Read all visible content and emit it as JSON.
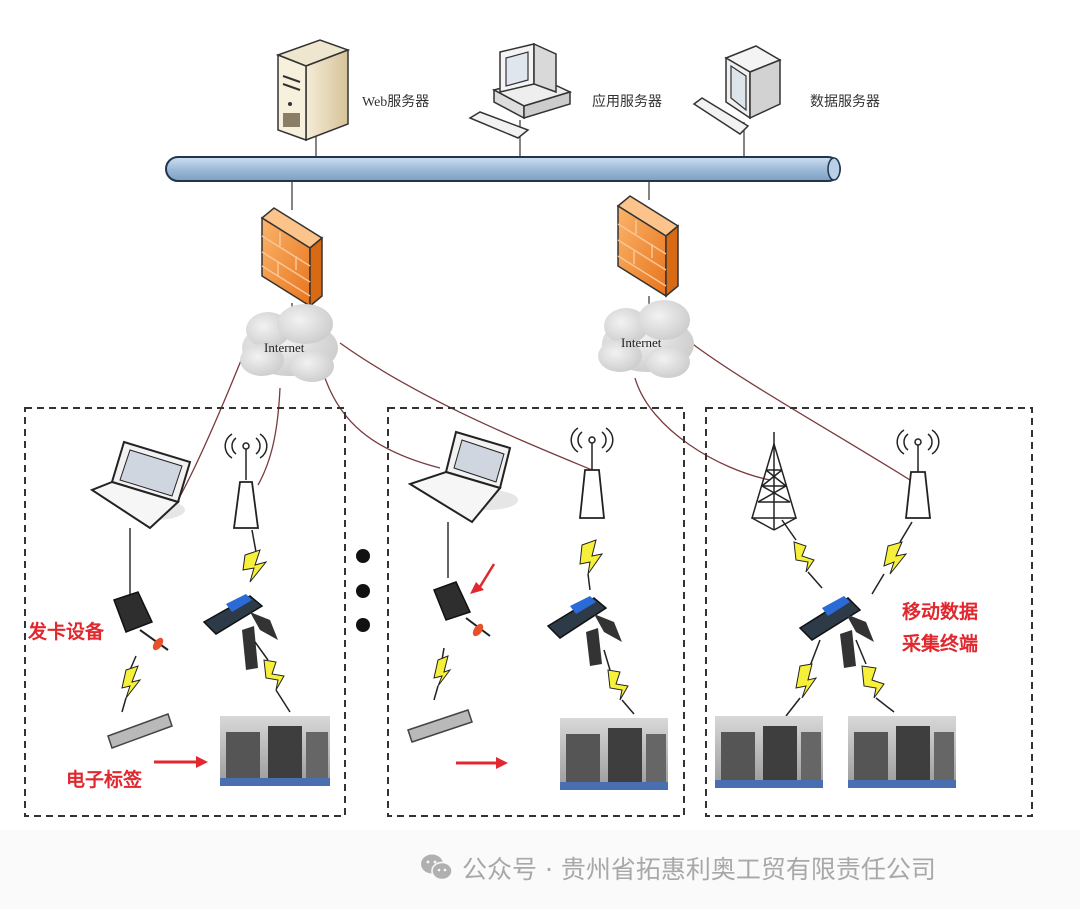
{
  "diagram": {
    "title": "RFID mobile data collection network architecture",
    "servers": [
      {
        "id": "web",
        "label": "Web服务器",
        "icon": "tower-server-icon"
      },
      {
        "id": "app",
        "label": "应用服务器",
        "icon": "desktop-computer-icon"
      },
      {
        "id": "db",
        "label": "数据服务器",
        "icon": "monitor-computer-icon"
      }
    ],
    "backbone": {
      "label": "",
      "icon": "network-bus-pipe"
    },
    "firewalls": [
      {
        "icon": "firewall-icon"
      },
      {
        "icon": "firewall-icon"
      }
    ],
    "clouds": [
      {
        "label": "Internet"
      },
      {
        "label": "Internet"
      }
    ],
    "panels": [
      {
        "id": "panel-1",
        "devices": [
          "laptop",
          "wireless-access-point",
          "card-issuer",
          "handheld-terminal",
          "rfid-tag",
          "transformer"
        ],
        "labels": {
          "card_issuer": "发卡设备",
          "tag": "电子标签"
        }
      },
      {
        "id": "panel-2",
        "devices": [
          "laptop",
          "wireless-access-point",
          "card-issuer",
          "handheld-terminal",
          "rfid-tag",
          "transformer"
        ]
      },
      {
        "id": "panel-3",
        "devices": [
          "cell-tower",
          "wireless-access-point",
          "handheld-terminal",
          "transformer",
          "transformer"
        ],
        "labels": {
          "terminal_line1": "移动数据",
          "terminal_line2": "采集终端"
        }
      }
    ],
    "ellipsis": "•••",
    "colors": {
      "bus": "#a8c4e0",
      "firewall": "#f08a2c",
      "label_red": "#e0282e",
      "link": "#7a3a3e",
      "bolt": "#f6f03a"
    }
  },
  "footer": {
    "watermark": "公众号 · 贵州省拓惠利奥工贸有限责任公司",
    "icon": "wechat-icon"
  }
}
